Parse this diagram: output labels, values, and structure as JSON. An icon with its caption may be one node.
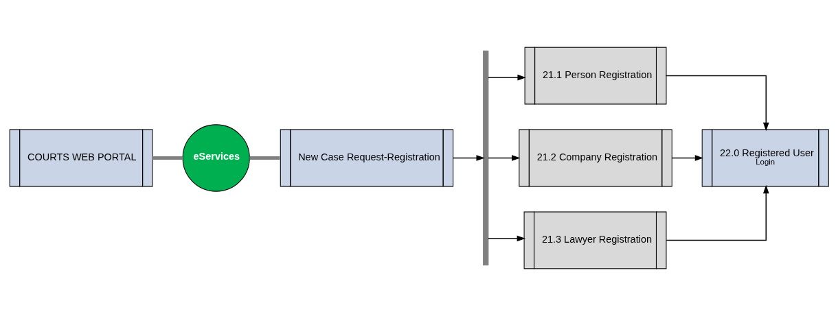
{
  "diagram": {
    "nodes": [
      {
        "text": [
          "COURTS WEB PORTAL"
        ]
      },
      {
        "text": [
          "eServices"
        ]
      },
      {
        "text": [
          "New Case Request-Registration"
        ]
      },
      {
        "text": [],
        "shape": "bar"
      },
      {
        "text": [
          "21.1 Person Registration"
        ]
      },
      {
        "text": [
          "21.2 Company Registration"
        ]
      },
      {
        "text": [
          "21.3 Lawyer Registration"
        ]
      },
      {
        "text": [
          "22.0 Registered User",
          "Login"
        ]
      }
    ],
    "edges": [
      {
        "from": 0,
        "to": 1,
        "arrow": "none",
        "style": "thick",
        "color": "#808080"
      },
      {
        "from": 1,
        "to": 2,
        "arrow": "none",
        "style": "thick",
        "color": "#808080"
      },
      {
        "from": 2,
        "to": 3,
        "arrow": "to"
      },
      {
        "from": 3,
        "to": 4,
        "arrow": "to"
      },
      {
        "from": 3,
        "to": 5,
        "arrow": "to"
      },
      {
        "from": 3,
        "to": 6,
        "arrow": "to"
      },
      {
        "from": 4,
        "to": 7,
        "arrow": "to"
      },
      {
        "from": 5,
        "to": 7,
        "arrow": "to"
      },
      {
        "from": 6,
        "to": 7,
        "arrow": "to"
      }
    ]
  }
}
